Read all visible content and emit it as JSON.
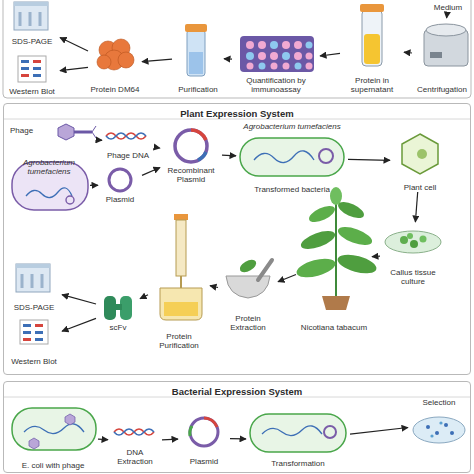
{
  "diagram": {
    "nodes": [
      {
        "text": [
          "Medium"
        ]
      },
      {
        "text": [
          "Centrifugation"
        ]
      },
      {
        "text": [
          "Protein in supernatant"
        ]
      },
      {
        "text": [
          "Quantification by immunoassay"
        ]
      },
      {
        "text": [
          "Purification"
        ]
      },
      {
        "text": [
          "Protein DM64"
        ]
      },
      {
        "text": [
          "SDS-PAGE"
        ]
      },
      {
        "text": [
          "Western Blot"
        ]
      },
      {
        "text": [
          "Plant Expression System"
        ]
      },
      {
        "text": [
          "Phage"
        ],
        "in": 8
      },
      {
        "text": [
          "Phage DNA"
        ],
        "in": 8
      },
      {
        "text": [
          "Agrobacterium tumefaciens"
        ],
        "in": 8
      },
      {
        "text": [
          "Plasmid"
        ],
        "in": 8
      },
      {
        "text": [
          "Recombinant Plasmid"
        ],
        "in": 8
      },
      {
        "text": [
          "Agrobacterium tumefaciens",
          "Transformed bacteria"
        ],
        "in": 8
      },
      {
        "text": [
          "Plant cell"
        ],
        "in": 8
      },
      {
        "text": [
          "Callus tissue culture"
        ],
        "in": 8
      },
      {
        "text": [
          "Nicotiana tabacum"
        ],
        "in": 8
      },
      {
        "text": [
          "Protein Extraction"
        ],
        "in": 8
      },
      {
        "text": [
          "Protein Purification"
        ],
        "in": 8
      },
      {
        "text": [
          "scFv"
        ],
        "in": 8
      },
      {
        "text": [
          "SDS-PAGE"
        ],
        "in": 8
      },
      {
        "text": [
          "Western Blot"
        ],
        "in": 8
      },
      {
        "text": [
          "Bacterial Expression System"
        ]
      },
      {
        "text": [
          "E. coli with phage"
        ],
        "in": 23
      },
      {
        "text": [
          "DNA Extraction"
        ],
        "in": 23
      },
      {
        "text": [
          "Plasmid"
        ],
        "in": 23
      },
      {
        "text": [
          "Transformation"
        ],
        "in": 23
      },
      {
        "text": [
          "Selection"
        ],
        "in": 23
      }
    ],
    "edges": [
      {
        "from": 0,
        "to": 1,
        "arrow": "to"
      },
      {
        "from": 1,
        "to": 2,
        "arrow": "to"
      },
      {
        "from": 2,
        "to": 3,
        "arrow": "to"
      },
      {
        "from": 3,
        "to": 4,
        "arrow": "to"
      },
      {
        "from": 4,
        "to": 5,
        "arrow": "to"
      },
      {
        "from": 5,
        "to": 6,
        "arrow": "to"
      },
      {
        "from": 5,
        "to": 7,
        "arrow": "to"
      },
      {
        "from": 9,
        "to": 10,
        "arrow": "to"
      },
      {
        "from": 11,
        "to": 12,
        "arrow": "to"
      },
      {
        "from": 10,
        "to": 13,
        "arrow": "to"
      },
      {
        "from": 12,
        "to": 13,
        "arrow": "to"
      },
      {
        "from": 13,
        "to": 14,
        "arrow": "to"
      },
      {
        "from": 14,
        "to": 15,
        "arrow": "to"
      },
      {
        "from": 15,
        "to": 16,
        "arrow": "to"
      },
      {
        "from": 16,
        "to": 17,
        "arrow": "to"
      },
      {
        "from": 17,
        "to": 18,
        "arrow": "to"
      },
      {
        "from": 18,
        "to": 19,
        "arrow": "to"
      },
      {
        "from": 19,
        "to": 20,
        "arrow": "to"
      },
      {
        "from": 20,
        "to": 21,
        "arrow": "to"
      },
      {
        "from": 20,
        "to": 22,
        "arrow": "to"
      },
      {
        "from": 24,
        "to": 25,
        "arrow": "to"
      },
      {
        "from": 25,
        "to": 26,
        "arrow": "to"
      },
      {
        "from": 26,
        "to": 27,
        "arrow": "to"
      },
      {
        "from": 27,
        "to": 28,
        "arrow": "to"
      }
    ]
  }
}
